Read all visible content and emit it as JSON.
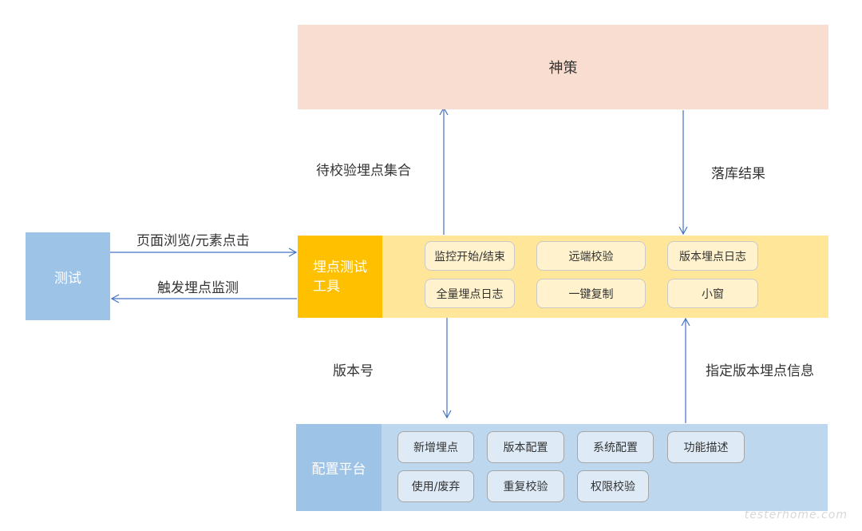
{
  "nodes": {
    "shence": "神策",
    "test": "测试",
    "tool": {
      "label_line1": "埋点测试",
      "label_line2": "工具"
    },
    "config": "配置平台"
  },
  "tool_features": [
    "监控开始/结束",
    "远端校验",
    "版本埋点日志",
    "全量埋点日志",
    "一键复制",
    "小窗"
  ],
  "config_features": [
    "新增埋点",
    "版本配置",
    "系统配置",
    "功能描述",
    "使用/废弃",
    "重复校验",
    "权限校验"
  ],
  "edges": {
    "pending_set": "待校验埋点集合",
    "store_result": "落库结果",
    "page_browse": "页面浏览/元素点击",
    "trigger_monitor": "触发埋点监测",
    "version_no": "版本号",
    "version_info": "指定版本埋点信息"
  },
  "colors": {
    "arrow": "#4472c4",
    "shence": "#f9ddd0",
    "test": "#9dc3e6",
    "tool_label": "#ffc000",
    "tool_body": "#ffe699",
    "config_label": "#9dc3e6",
    "config_body": "#bdd7ee"
  },
  "watermark": "testerhome.com"
}
